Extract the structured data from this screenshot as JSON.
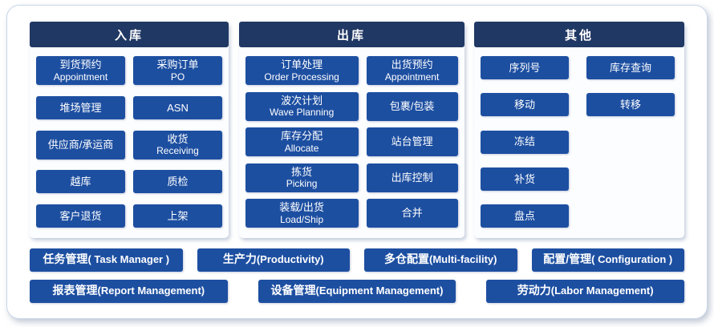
{
  "colors": {
    "header_bg": "#203864",
    "box_bg": "#1d4fa1",
    "panel_border": "#c9d6ea",
    "text": "#ffffff"
  },
  "columns": [
    {
      "id": "inbound",
      "header": "入库",
      "rows": [
        [
          {
            "zh": "到货预约",
            "en": "Appointment"
          },
          {
            "zh": "采购订单",
            "en": "PO"
          }
        ],
        [
          {
            "zh": "堆场管理"
          },
          {
            "zh": "ASN"
          }
        ],
        [
          {
            "zh": "供应商/承运商"
          },
          {
            "zh": "收货",
            "en": "Receiving"
          }
        ],
        [
          {
            "zh": "越库"
          },
          {
            "zh": "质检"
          }
        ],
        [
          {
            "zh": "客户退货"
          },
          {
            "zh": "上架"
          }
        ]
      ]
    },
    {
      "id": "outbound",
      "header": "出库",
      "rows": [
        [
          {
            "zh": "订单处理",
            "en": "Order Processing"
          },
          {
            "zh": "出货预约",
            "en": "Appointment"
          }
        ],
        [
          {
            "zh": "波次计划",
            "en": "Wave Planning"
          },
          {
            "zh": "包裹/包装"
          }
        ],
        [
          {
            "zh": "库存分配",
            "en": "Allocate"
          },
          {
            "zh": "站台管理"
          }
        ],
        [
          {
            "zh": "拣货",
            "en": "Picking"
          },
          {
            "zh": "出库控制"
          }
        ],
        [
          {
            "zh": "装载/出货",
            "en": "Load/Ship"
          },
          {
            "zh": "合并"
          }
        ]
      ]
    },
    {
      "id": "other",
      "header": "其他",
      "rows": [
        [
          {
            "zh": "序列号"
          },
          {
            "zh": "库存查询"
          }
        ],
        [
          {
            "zh": "移动"
          },
          {
            "zh": "转移"
          }
        ],
        [
          {
            "zh": "冻结"
          }
        ],
        [
          {
            "zh": "补货"
          }
        ],
        [
          {
            "zh": "盘点"
          }
        ]
      ]
    }
  ],
  "footer_rows": [
    [
      {
        "zh": "任务管理",
        "en": "( Task Manager )"
      },
      {
        "zh": "生产力",
        "en": "(Productivity)"
      },
      {
        "zh": "多仓配置",
        "en": "(Multi-facility)"
      },
      {
        "zh": "配置/管理",
        "en": "( Configuration )"
      }
    ],
    [
      {
        "zh": "报表管理",
        "en": "(Report Management)"
      },
      {
        "zh": "设备管理",
        "en": "(Equipment Management)"
      },
      {
        "zh": "劳动力",
        "en": "(Labor Management)"
      }
    ]
  ]
}
